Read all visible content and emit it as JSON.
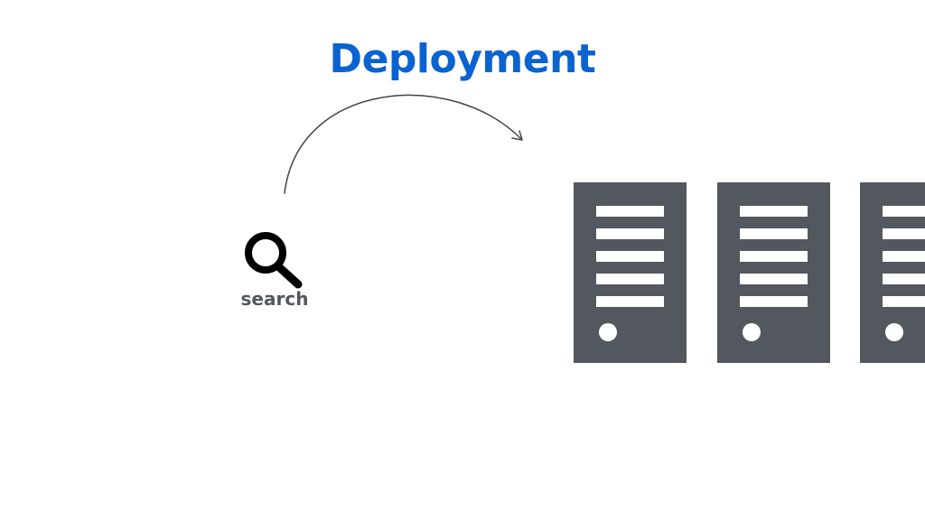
{
  "slide": {
    "title": "Deployment",
    "search": {
      "label": "search",
      "icon": "magnifying-glass-icon"
    },
    "arrow": {
      "icon": "curved-arrow",
      "from": "search",
      "to": "servers"
    },
    "servers": [
      {
        "icon": "server-icon"
      },
      {
        "icon": "server-icon"
      },
      {
        "icon": "server-icon"
      }
    ],
    "colors": {
      "title": "#0a63d0",
      "server": "#53575e",
      "label": "#53575e",
      "arrow": "#444444",
      "background": "#ffffff"
    }
  }
}
